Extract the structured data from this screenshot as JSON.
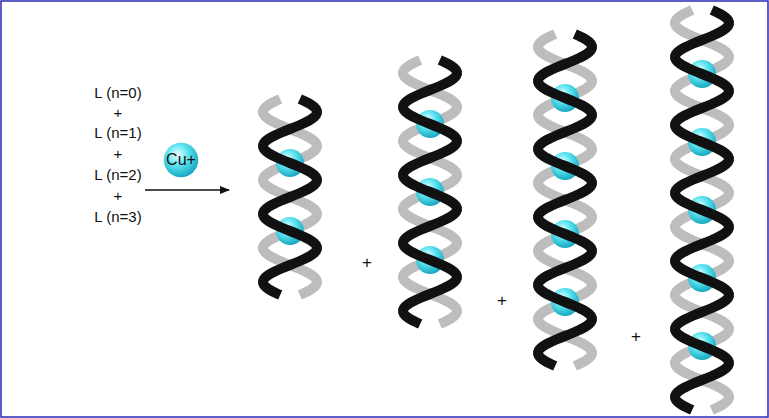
{
  "diagram": {
    "nodes": [
      {
        "text": [
          "Cu+"
        ]
      }
    ],
    "labels": [
      "L (n=0)",
      "+",
      "L (n=1)",
      "+",
      "L (n=2)",
      "+",
      "L (n=3)",
      "+",
      "+",
      "+"
    ]
  }
}
